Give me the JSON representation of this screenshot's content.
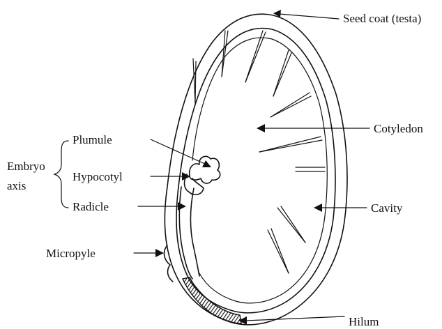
{
  "labels": {
    "seed_coat": "Seed coat (testa)",
    "cotyledon": "Cotyledon",
    "cavity": "Cavity",
    "hilum": "Hilum",
    "plumule": "Plumule",
    "hypocotyl": "Hypocotyl",
    "radicle": "Radicle",
    "micropyle": "Micropyle",
    "embryo_line1": "Embryo",
    "embryo_line2": "axis"
  }
}
